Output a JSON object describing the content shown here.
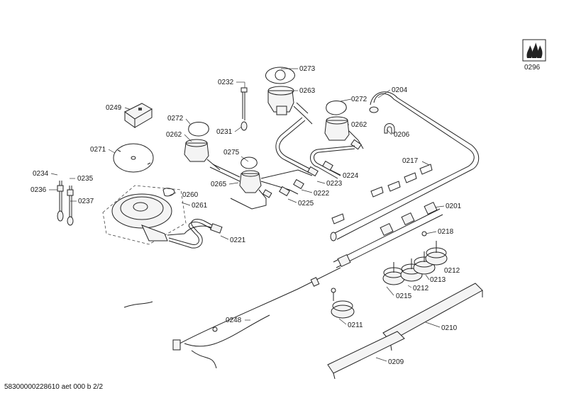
{
  "labels": {
    "l0296": "0296",
    "l0273": "0273",
    "l0232": "0232",
    "l0263": "0263",
    "l0272a": "0272",
    "l0204": "0204",
    "l0249": "0249",
    "l0272b": "0272",
    "l0262a": "0262",
    "l0262b": "0262",
    "l0231": "0231",
    "l0206": "0206",
    "l0271": "0271",
    "l0275": "0275",
    "l0217": "0217",
    "l0224": "0224",
    "l0234": "0234",
    "l0235": "0235",
    "l0265": "0265",
    "l0223": "0223",
    "l0236": "0236",
    "l0260": "0260",
    "l0222": "0222",
    "l0237": "0237",
    "l0225": "0225",
    "l0261": "0261",
    "l0201": "0201",
    "l0218": "0218",
    "l0221": "0221",
    "l0212a": "0212",
    "l0213": "0213",
    "l0212b": "0212",
    "l0215": "0215",
    "l0248": "0248",
    "l0211": "0211",
    "l0210": "0210",
    "l0209": "0209"
  },
  "footer": "58300000228610 aet 000 b 2/2"
}
